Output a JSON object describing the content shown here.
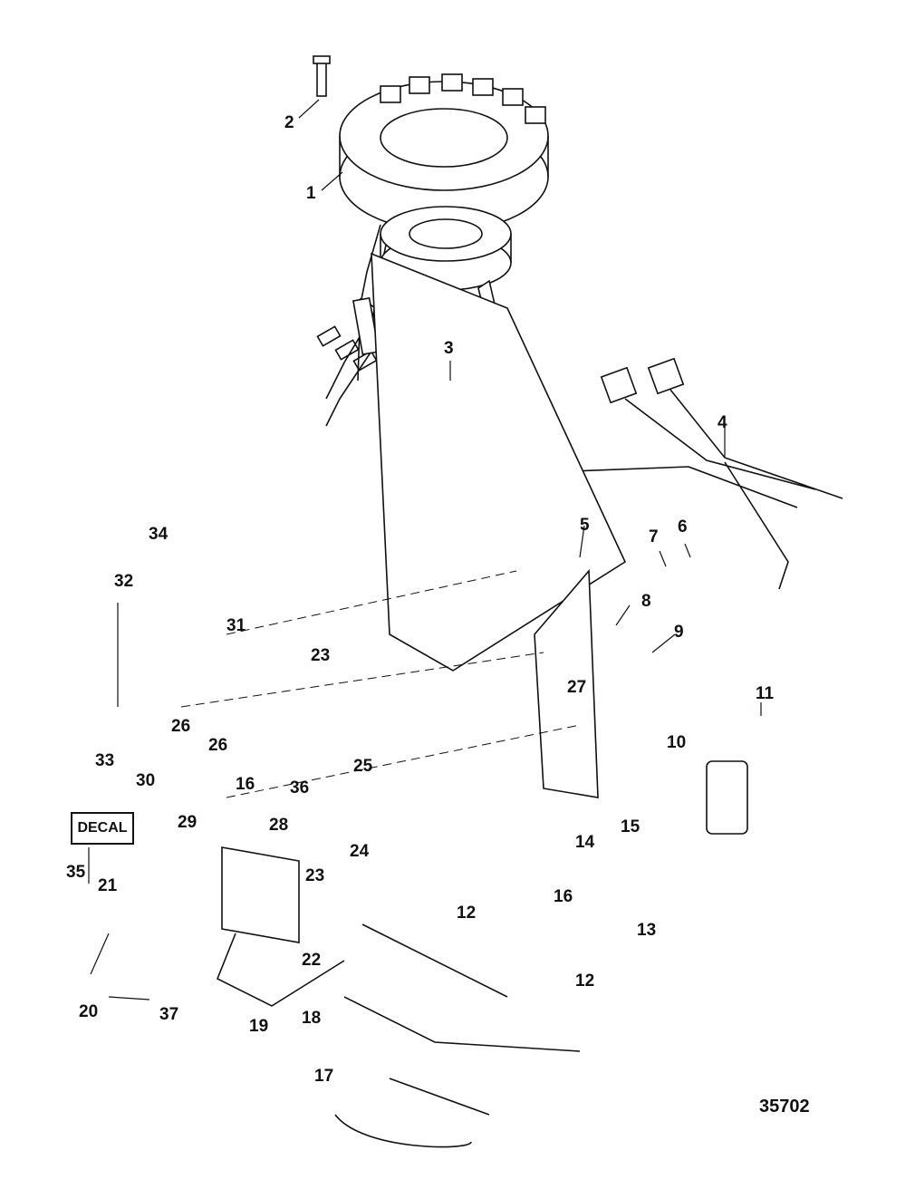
{
  "figure_number": "35702",
  "decal_label": "DECAL",
  "callouts": {
    "c1": "1",
    "c2": "2",
    "c3": "3",
    "c4": "4",
    "c5": "5",
    "c6": "6",
    "c7": "7",
    "c8": "8",
    "c9": "9",
    "c10": "10",
    "c11": "11",
    "c12a": "12",
    "c12b": "12",
    "c13": "13",
    "c14": "14",
    "c15": "15",
    "c16a": "16",
    "c16b": "16",
    "c17": "17",
    "c18": "18",
    "c19": "19",
    "c20": "20",
    "c21": "21",
    "c22": "22",
    "c23a": "23",
    "c23b": "23",
    "c24": "24",
    "c25": "25",
    "c26a": "26",
    "c26b": "26",
    "c27": "27",
    "c28": "28",
    "c29": "29",
    "c30": "30",
    "c31": "31",
    "c32": "32",
    "c33": "33",
    "c34": "34",
    "c35": "35",
    "c36": "36",
    "c37": "37"
  }
}
